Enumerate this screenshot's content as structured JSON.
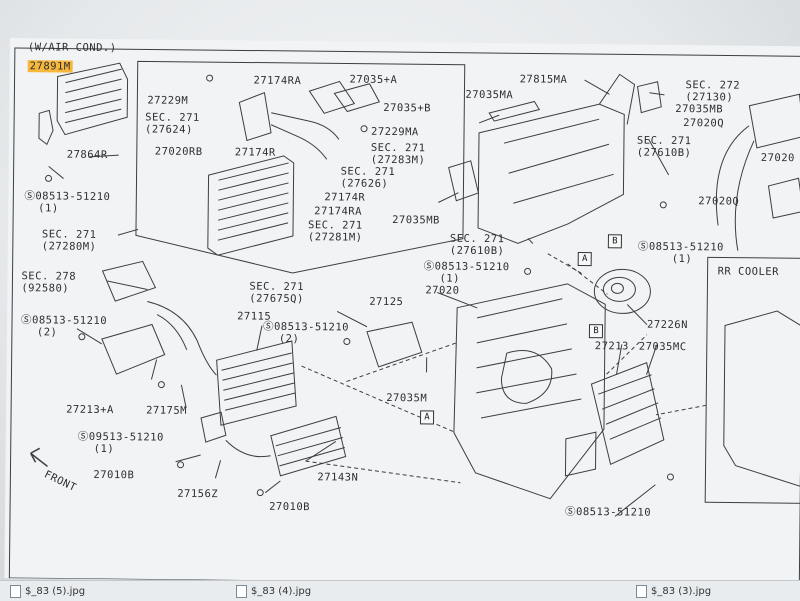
{
  "header": {
    "title": "(W/AIR COND.)"
  },
  "callouts": {
    "p27891M": "27891M",
    "p27864R": "27864R",
    "s08513_tl": "Ⓢ08513-51210",
    "s08513_tl_qty": "(1)",
    "sec271_27280M_a": "SEC. 271",
    "sec271_27280M_b": "(27280M)",
    "sec278_a": "SEC. 278",
    "sec278_b": "(92580)",
    "s08513_ml": "Ⓢ08513-51210",
    "s08513_ml_qty": "(2)",
    "p27213A": "27213+A",
    "p27175M": "27175M",
    "s09513": "Ⓢ09513-51210",
    "s09513_qty": "(1)",
    "p27010B_l": "27010B",
    "p27156Z": "27156Z",
    "p27010B_b": "27010B",
    "p27143N": "27143N",
    "p27115": "27115",
    "sec271_27675Q_a": "SEC. 271",
    "sec271_27675Q_b": "(27675Q)",
    "s08513_c": "Ⓢ08513-51210",
    "s08513_c_qty": "(2)",
    "p27125": "27125",
    "p27035M": "27035M",
    "p27020": "27020",
    "front": "FRONT",
    "p27229M": "27229M",
    "sec271_27624_a": "SEC. 271",
    "sec271_27624_b": "(27624)",
    "p27020RB": "27020RB",
    "p27174R": "27174R",
    "p27174RA_t": "27174RA",
    "p27035A": "27035+A",
    "p27035B": "27035+B",
    "p27229MA": "27229MA",
    "sec271_27283M_a": "SEC. 271",
    "sec271_27283M_b": "(27283M)",
    "sec271_27626_a": "SEC. 271",
    "sec271_27626_b": "(27626)",
    "p27174R_b": "27174R",
    "p27174RA_b": "27174RA",
    "sec271_27281M_a": "SEC. 271",
    "sec271_27281M_b": "(27281M)",
    "p27035MA": "27035MA",
    "p27815MA": "27815MA",
    "p27035MB_t": "27035MB",
    "p27020Q_t": "27020Q",
    "sec272_a": "SEC. 272",
    "sec272_b": "(27130)",
    "sec271_27610B_a": "SEC. 271",
    "sec271_27610B_b": "(27610B)",
    "p27020_r": "27020",
    "p27020Q_m": "27020Q",
    "p27035MB_m": "27035MB",
    "sec271_27610B2_a": "SEC. 271",
    "sec271_27610B2_b": "(27610B)",
    "s08513_mid": "Ⓢ08513-51210",
    "s08513_mid_qty": "(1)",
    "s08513_r": "Ⓢ08513-51210",
    "s08513_r_qty": "(1)",
    "p27226N": "27226N",
    "p27213": "27213",
    "p27035MC": "27035MC",
    "s08513_br": "Ⓢ08513-51210",
    "rr_cooler": "RR COOLER",
    "ref_A": "A",
    "ref_B": "B"
  },
  "taskbar": {
    "items": [
      "$_83 (5).jpg",
      "$_83 (4).jpg",
      "$_83 (3).jpg"
    ]
  },
  "colors": {
    "ink": "#2b2f33",
    "highlight": "#f6b73a",
    "paper": "#f1f3f4"
  }
}
